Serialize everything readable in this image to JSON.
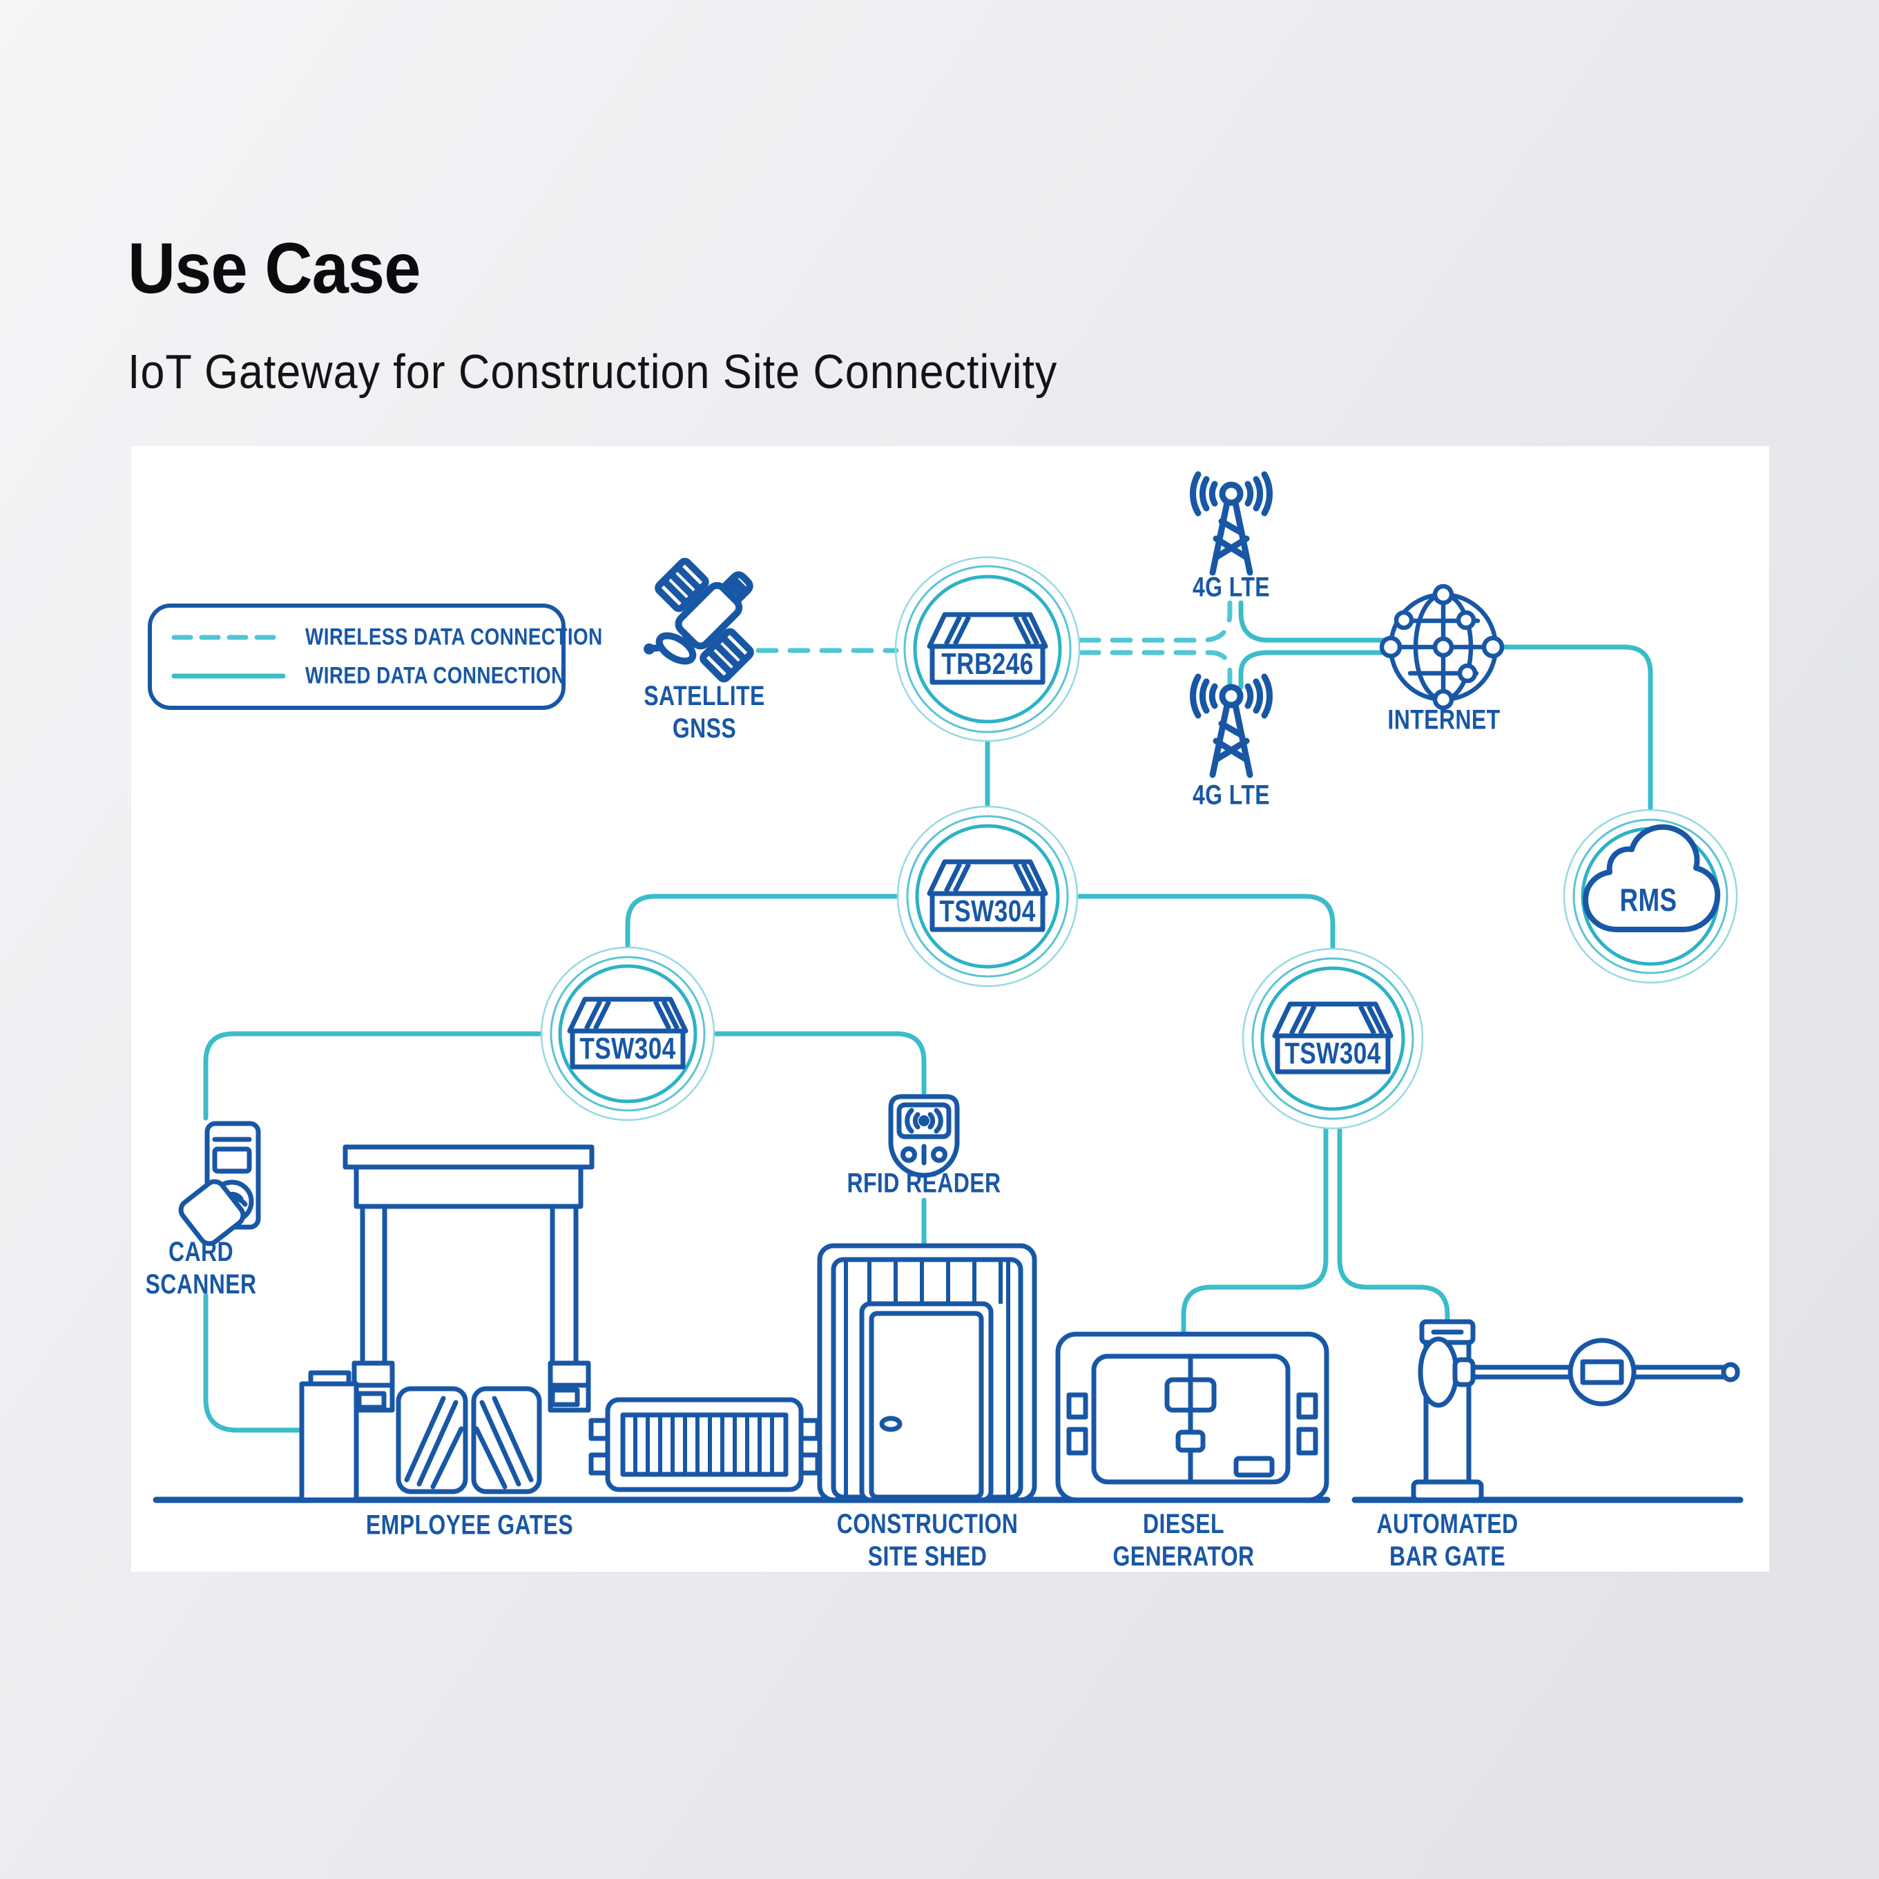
{
  "title": "Use Case",
  "subtitle": "IoT Gateway for Construction Site Connectivity",
  "colors": {
    "accent_blue": "#1857a5",
    "teal_wired": "#3bbccb",
    "teal_wireless": "#4fc6d4",
    "ring_inner": "#2cb2c7",
    "ring_mid": "#5ac5d3",
    "ring_outer": "#97d9e2",
    "title_ink": "#0b0b0e",
    "panel": "#ffffff"
  },
  "legend": {
    "wireless_label": "WIRELESS DATA CONNECTION",
    "wired_label": "WIRED DATA CONNECTION"
  },
  "nodes": {
    "gateway": {
      "label": "TRB246"
    },
    "switch_main": {
      "label": "TSW304"
    },
    "switch_left": {
      "label": "TSW304"
    },
    "switch_right": {
      "label": "TSW304"
    },
    "rms": {
      "label": "RMS"
    }
  },
  "labels": {
    "satellite": "SATELLITE\nGNSS",
    "lte_top": "4G LTE",
    "lte_bottom": "4G LTE",
    "internet": "INTERNET",
    "card_scanner": "CARD\nSCANNER",
    "rfid": "RFID READER",
    "employee_gates": "EMPLOYEE GATES",
    "shed": "CONSTRUCTION\nSITE SHED",
    "generator": "DIESEL\nGENERATOR",
    "bar_gate": "AUTOMATED\nBAR GATE"
  }
}
